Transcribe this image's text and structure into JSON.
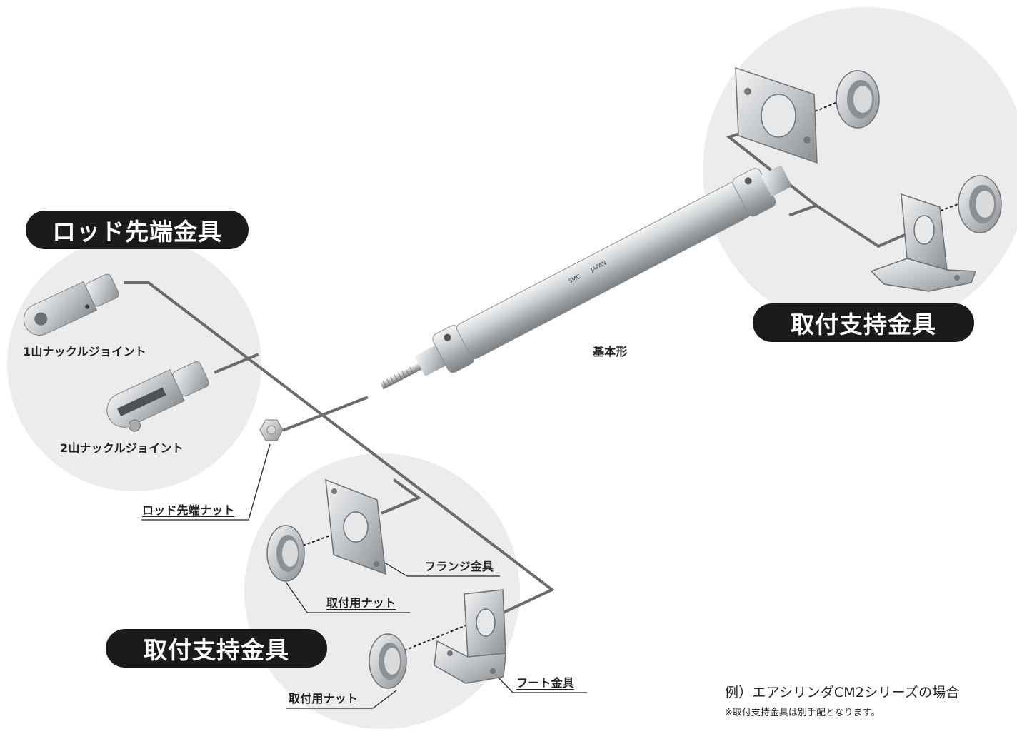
{
  "headings": {
    "rod_end_group": "ロッド先端金具",
    "mounting_group_top": "取付支持金具",
    "mounting_group_bottom": "取付支持金具"
  },
  "labels": {
    "single_knuckle": "1山ナックルジョイント",
    "double_knuckle": "2山ナックルジョイント",
    "rod_end_nut": "ロッド先端ナット",
    "basic_type": "基本形",
    "flange": "フランジ金具",
    "mounting_nut_1": "取付用ナット",
    "mounting_nut_2": "取付用ナット",
    "foot": "フート金具"
  },
  "cylinder_marking": {
    "brand": "SMC",
    "origin": "JAPAN"
  },
  "notes": {
    "example": "例）エアシリンダCM2シリーズの場合",
    "remark": "※取付支持金具は別手配となります。"
  },
  "colors": {
    "circle_bg": "#ececec",
    "pill_bg": "#1b1b1b",
    "connector_line": "#6b6b6b",
    "metal": "#b9bcbe"
  }
}
